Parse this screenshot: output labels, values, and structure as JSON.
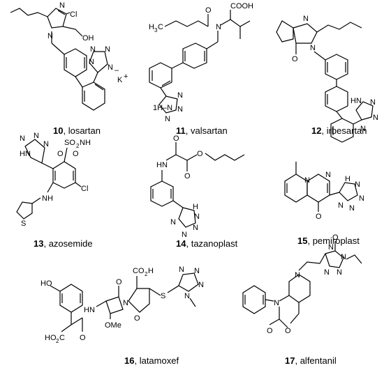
{
  "compounds": [
    {
      "number": "10",
      "name": "losartan",
      "atom_labels": {
        "cl": "Cl",
        "oh": "OH",
        "n1": "N",
        "n2": "N",
        "tz_a": "N",
        "tz_b": "N",
        "tz_c": "N",
        "tz_d": "N",
        "charge": "–",
        "counterion": "K",
        "plus": "+"
      }
    },
    {
      "number": "11",
      "name": "valsartan",
      "atom_labels": {
        "cooh": "COOH",
        "ch3": "H",
        "ch3_sub": "3",
        "ch3_c": "C",
        "o": "O",
        "n": "N",
        "tz_nh": "1H–N",
        "tz_a": "N",
        "tz_b": "N",
        "tz_c": "N"
      }
    },
    {
      "number": "12",
      "name": "irbesartan",
      "atom_labels": {
        "o": "O",
        "n1": "N",
        "n2": "N",
        "tz_nh": "HN",
        "tz_a": "N",
        "tz_b": "N",
        "tz_c": "N"
      }
    },
    {
      "number": "13",
      "name": "azosemide",
      "atom_labels": {
        "so2nh2": "SO",
        "nh2": "NH",
        "sub2": "2",
        "o1": "O",
        "o2": "O",
        "cl": "Cl",
        "nh": "NH",
        "s": "S",
        "tz_hn": "HN",
        "tz_a": "N",
        "tz_b": "N",
        "tz_c": "N"
      }
    },
    {
      "number": "14",
      "name": "tazanoplast",
      "atom_labels": {
        "hn": "HN",
        "o1": "O",
        "o2": "O",
        "o3": "O",
        "tz_h": "H",
        "tz_a": "N",
        "tz_b": "N",
        "tz_c": "N",
        "tz_d": "N"
      }
    },
    {
      "number": "15",
      "name": "pemiroplast",
      "atom_labels": {
        "n1": "N",
        "n2": "N",
        "o": "O",
        "tz_h": "H",
        "tz_a": "N",
        "tz_b": "N",
        "tz_c": "N",
        "tz_d": "N"
      }
    },
    {
      "number": "16",
      "name": "latamoxef",
      "atom_labels": {
        "ho": "HO",
        "ho2c": "HO",
        "ho2c_sub": "2",
        "ho2c_c": "C",
        "co2h": "CO",
        "co2h_sub": "2",
        "co2h_h": "H",
        "hn": "HN",
        "o1": "O",
        "o2": "O",
        "n": "N",
        "ome": "OMe",
        "o_ring": "O",
        "s": "S",
        "tz_a": "N",
        "tz_b": "N",
        "tz_c": "N",
        "tz_d": "N"
      }
    },
    {
      "number": "17",
      "name": "alfentanil",
      "atom_labels": {
        "o1": "O",
        "o2": "O",
        "o3": "O",
        "n1": "N",
        "n2": "N",
        "n3": "N",
        "n4": "N",
        "n5": "N",
        "n6": "N"
      }
    }
  ],
  "separator": ", "
}
